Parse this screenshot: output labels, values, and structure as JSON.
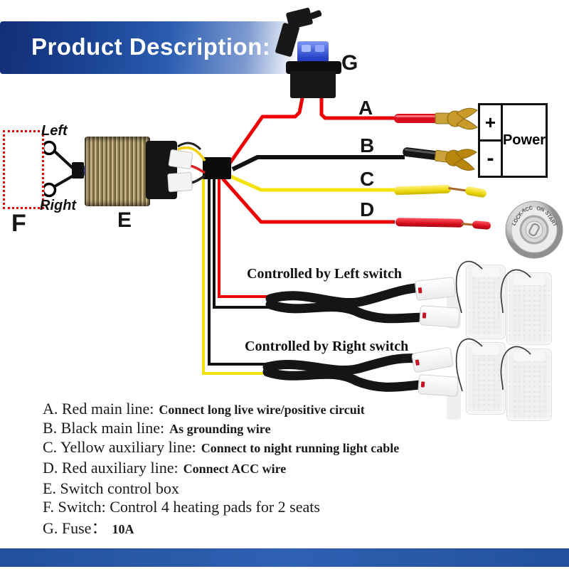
{
  "banner": {
    "title": "Product Description:"
  },
  "part_labels": {
    "a": "A",
    "b": "B",
    "c": "C",
    "d": "D",
    "e": "E",
    "f": "F",
    "g": "G"
  },
  "switch": {
    "left": "Left",
    "right": "Right"
  },
  "power": {
    "plus": "+",
    "minus": "-",
    "label": "Power"
  },
  "ignition": {
    "positions": [
      "LOCK",
      "ACC",
      "ON",
      "START"
    ]
  },
  "harness": {
    "left_caption": "Controlled by Left switch",
    "right_caption": "Controlled by Right switch"
  },
  "legend": {
    "items": [
      {
        "label": "A. Red main line:",
        "desc": "Connect long live wire/positive circuit"
      },
      {
        "label": "B. Black main line:",
        "desc": "As grounding wire"
      },
      {
        "label": "C. Yellow auxiliary line:",
        "desc": "Connect to night running light cable"
      },
      {
        "label": "D. Red auxiliary line:",
        "desc": "Connect ACC wire"
      },
      {
        "label": "E. Switch control box",
        "desc": ""
      },
      {
        "label": "F. Switch: Control 4 heating pads for 2 seats",
        "desc": ""
      },
      {
        "label": "G. Fuse：",
        "desc": "10A"
      }
    ]
  },
  "colors": {
    "banner_blue": "#2a5cb0",
    "footer_blue": "#2f60b2",
    "wire_red": "#ee0000",
    "wire_yellow": "#f2e20a",
    "wire_black": "#111111",
    "terminal_gold": "#c79a2a",
    "fuse_blue": "#2742c8",
    "switch_box_red": "#ee0000"
  }
}
